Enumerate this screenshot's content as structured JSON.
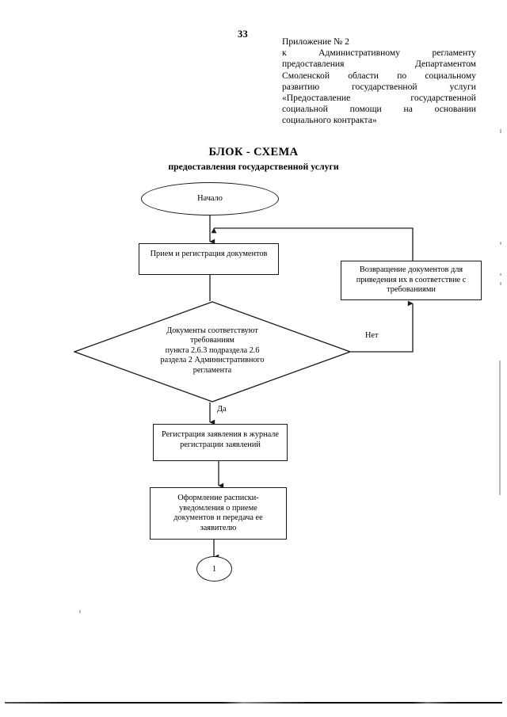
{
  "page": {
    "number": "33"
  },
  "appendix": {
    "line1": "Приложение № 2",
    "line2_left": "к",
    "line2_mid": "Административному",
    "line2_right": "регламенту",
    "line3_left": "предоставления",
    "line3_right": "Департаментом",
    "line4_a": "Смоленской",
    "line4_b": "области",
    "line4_c": "по",
    "line4_d": "социальному",
    "line5_a": "развитию",
    "line5_b": "государственной",
    "line5_c": "услуги",
    "line6_left": "«Предоставление",
    "line6_right": "государственной",
    "line7_a": "социальной",
    "line7_b": "помощи",
    "line7_c": "на",
    "line7_d": "основании",
    "line8": "социального контракта»"
  },
  "title": {
    "main": "БЛОК - СХЕМА",
    "sub": "предоставления государственной услуги"
  },
  "flowchart": {
    "start": {
      "label": "Начало"
    },
    "receive": {
      "label": "Прием и регистрация документов"
    },
    "decision": {
      "line1": "Документы соответствуют",
      "line2": "требованиям",
      "line3": "пункта 2.6.3  подраздела 2.6",
      "line4": "раздела  2 Административного",
      "line5": "регламента"
    },
    "branch_no": "Нет",
    "branch_yes": "Да",
    "return_docs": {
      "line1": "Возвращение документов для",
      "line2": "приведения их в соответствие с",
      "line3": "требованиями"
    },
    "register": {
      "line1": "Регистрация заявления в журнале",
      "line2": "регистрации заявлений"
    },
    "receipt": {
      "line1": "Оформление расписки-",
      "line2": "уведомления о приеме",
      "line3": "документов и передача ее",
      "line4": "заявителю"
    },
    "connector": {
      "label": "1"
    }
  },
  "colors": {
    "ink": "#1a1a1a",
    "paper": "#ffffff"
  }
}
